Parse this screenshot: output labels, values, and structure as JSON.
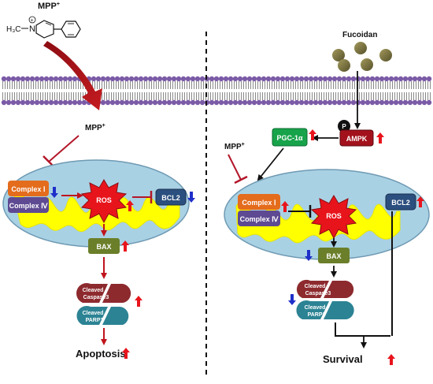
{
  "left": {
    "mpp_top": "MPP",
    "mpp_sup": "+",
    "methyl": "H₃C",
    "n_charge": "+",
    "n_atom": "N",
    "mpp_mid": "MPP",
    "mpp_mid_sup": "+",
    "complex1": "Complex Ⅰ",
    "complex4": "Complex Ⅳ",
    "ros": "ROS",
    "bcl2": "BCL2",
    "bax": "BAX",
    "caspase_line1": "Cleaved",
    "caspase_line2": "Caspase3",
    "parp_line1": "Cleaved",
    "parp_line2": "PARP1",
    "outcome": "Apoptosis"
  },
  "right": {
    "fucoidan": "Fucoidan",
    "phospho": "P",
    "ampk": "AMPK",
    "pgc": "PGC-1α",
    "mpp": "MPP",
    "mpp_sup": "+",
    "complex1": "Complex Ⅰ",
    "complex4": "Complex Ⅳ",
    "ros": "ROS",
    "bcl2": "BCL2",
    "bax": "BAX",
    "caspase_line1": "Cleaved",
    "caspase_line2": "Caspase3",
    "parp_line1": "Cleaved",
    "parp_line2": "PARP1",
    "outcome": "Survival"
  },
  "colors": {
    "up_arrow": "#e8141c",
    "down_arrow": "#1f2fc9",
    "inhibition": "#b3172a",
    "mito_outer": "#a9d1e4",
    "mito_inner": "#ffff00",
    "complex1": "#e46c1d",
    "complex4": "#5e4a92",
    "bax": "#6b7f2a",
    "bcl2": "#2b4f7e",
    "caspase": "#8d2a2e",
    "parp": "#2c8394",
    "ampk": "#a3111c",
    "pgc": "#17a34a",
    "membrane": "#7b5aa6",
    "fucoidan": "#6f6a3a"
  }
}
